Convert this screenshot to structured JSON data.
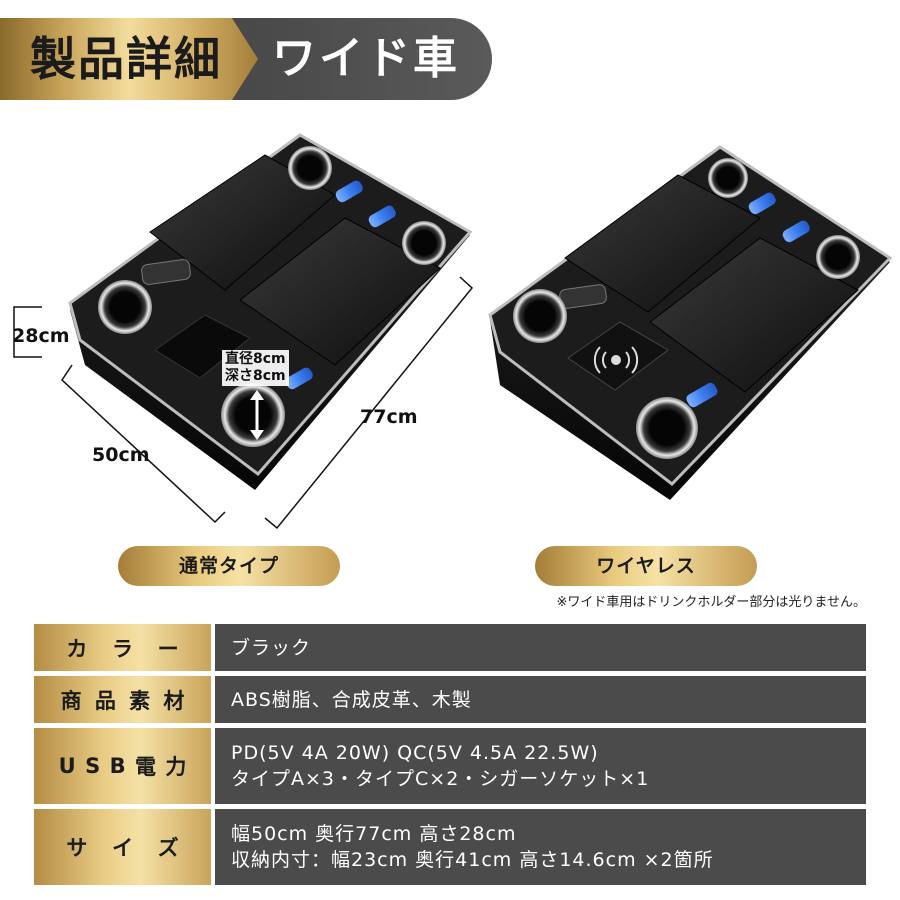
{
  "header": {
    "title": "製品詳細",
    "subtitle": "ワイド車"
  },
  "dimensions": {
    "height": "28cm",
    "width": "50cm",
    "depth": "77cm",
    "cup_diameter": "直径8cm",
    "cup_depth": "深さ8cm"
  },
  "types": {
    "normal": "通常タイプ",
    "wireless": "ワイヤレス"
  },
  "note": "※ワイド車用はドリンクホルダー部分は光りません。",
  "specs": {
    "color": {
      "label": [
        "カ",
        "ラ",
        "ー"
      ],
      "value": "ブラック"
    },
    "material": {
      "label": [
        "商",
        "品",
        "素",
        "材"
      ],
      "value": "ABS樹脂、合成皮革、木製"
    },
    "usb": {
      "label": [
        "U",
        "S",
        "B",
        "電",
        "力"
      ],
      "lines": [
        "PD(5V 4A 20W) QC(5V 4.5A 22.5W)",
        "タイプA×3・タイプC×2・シガーソケット×1"
      ]
    },
    "size": {
      "label": [
        "サ",
        "イ",
        "ズ"
      ],
      "lines": [
        "幅50cm 奥行77cm 高さ28cm",
        "収納内寸：幅23cm 奥行41cm 高さ14.6cm ×2箇所"
      ]
    }
  },
  "colors": {
    "gold": "#d9b86b",
    "dark_panel": "#4b4b4b",
    "led_blue": "#3d7ff0"
  },
  "icons": [
    "wireless-charging-icon",
    "cup-holder-icon",
    "arrow-updown-icon"
  ]
}
